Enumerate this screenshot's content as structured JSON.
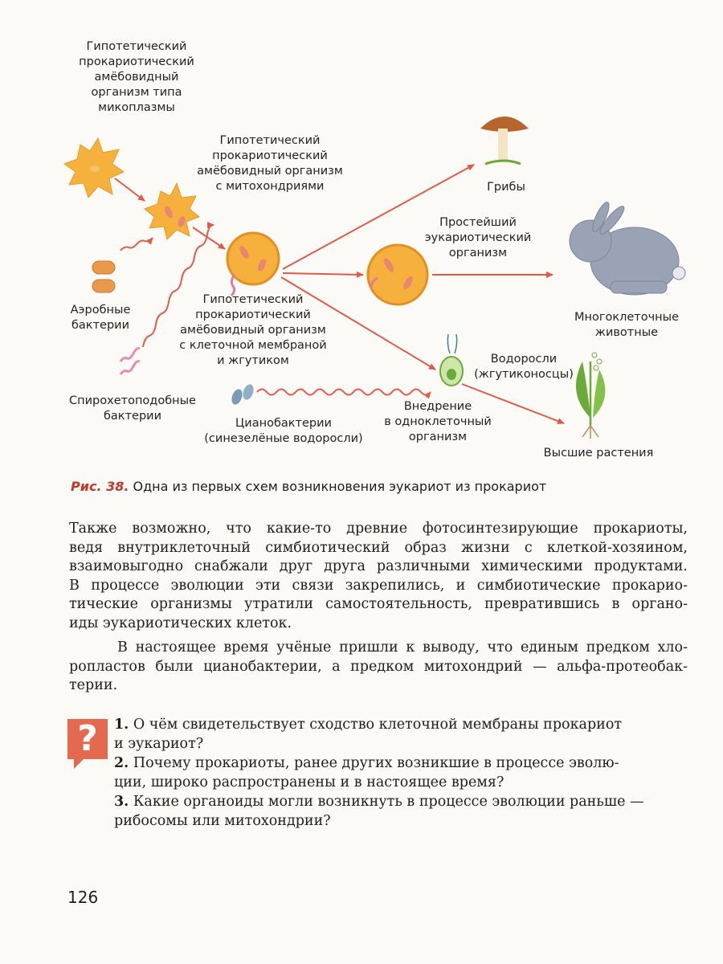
{
  "figure": {
    "labels": {
      "mycoplasma": [
        "Гипотетический",
        "прокариотический",
        "амёбовидный",
        "организм типа",
        "микоплазмы"
      ],
      "with_mito": [
        "Гипотетический",
        "прокариотический",
        "амёбовидный организм",
        "с митохондриями"
      ],
      "aerobic": [
        "Аэробные",
        "бактерии"
      ],
      "membrane": [
        "Гипотетический",
        "прокариотический",
        "амёбовидный организм",
        "с клеточной мембраной",
        "и жгутиком"
      ],
      "spiro": [
        "Спирохетоподобные",
        "бактерии"
      ],
      "cyano": [
        "Цианобактерии",
        "(синезелёные водоросли)"
      ],
      "fungi": [
        "Грибы"
      ],
      "protist": [
        "Простейший",
        "эукариотический",
        "организм"
      ],
      "animals": [
        "Многоклеточные",
        "животные"
      ],
      "algae": [
        "Водоросли",
        "(жгутиконосцы)"
      ],
      "insertion": [
        "Внедрение",
        "в одноклеточный",
        "организм"
      ],
      "plants": [
        "Высшие растения"
      ]
    },
    "colors": {
      "arrow": "#e05a47",
      "cell": "#f6b13c",
      "organelle": "#e9866f",
      "rabbit": "#9aa3b5",
      "plant": "#6aaa3a"
    }
  },
  "caption": {
    "number": "Рис. 38.",
    "text": " Одна из первых схем возникновения эукариот из прокариот"
  },
  "paragraphs": [
    [
      "Также возможно, что какие-то древние фотосинтезирующие прокариоты,",
      "ведя внутриклеточный симбиотический образ жизни с клеткой-хозяином,",
      "взаимовыгодно снабжали друг друга различными химическими продуктами.",
      "В процессе эволюции эти связи закрепились, и симбиотические прокарио-",
      "тические организмы утратили самостоятельность, превратившись в органо-",
      "иды эукариотических клеток."
    ],
    [
      "В настоящее время учёные пришли к выводу, что единым предком хло-",
      "ропластов были цианобактерии, а предком митохондрий — альфа-протеобак-",
      "терии."
    ]
  ],
  "question_icon": "question-mark-icon",
  "question_mark": "?",
  "questions": [
    {
      "num": "1.",
      "lines": [
        "О чём свидетельствует сходство клеточной мембраны прокариот",
        "и эукариот?"
      ]
    },
    {
      "num": "2.",
      "lines": [
        "Почему прокариоты, ранее других возникшие в процессе эволю-",
        "ции, широко распространены и в настоящее время?"
      ]
    },
    {
      "num": "3.",
      "lines": [
        "Какие органоиды могли возникнуть в процессе эволюции раньше —",
        "рибосомы или митохондрии?"
      ]
    }
  ],
  "page_number": "126"
}
